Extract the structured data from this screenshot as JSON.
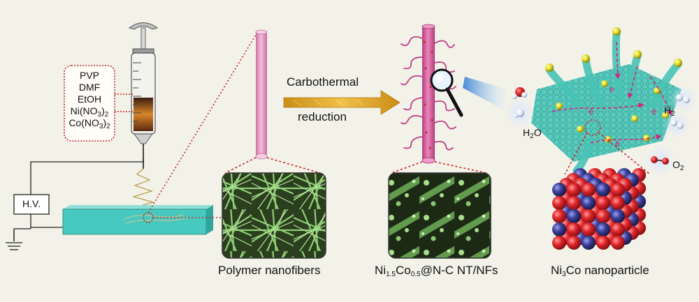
{
  "reagents": {
    "pvp": "PVP",
    "dmf": "DMF",
    "etoh": "EtOH",
    "ni_main": "Ni(NO",
    "ni_sub": "3",
    "ni_tail": ")",
    "ni_sub2": "2",
    "co_main": "Co(NO",
    "co_sub": "3",
    "co_tail": ")",
    "co_sub2": "2"
  },
  "power_supply": {
    "label": "H.V."
  },
  "process": {
    "line1": "Carbothermal",
    "line2": "reduction"
  },
  "captions": {
    "polymer": "Polymer nanofibers",
    "composite_a": "Ni",
    "composite_a_sub": "1.5",
    "composite_b": "Co",
    "composite_b_sub": "0.5",
    "composite_c": "@N-C NT/NFs",
    "particle_a": "Ni",
    "particle_a_sub": "3",
    "particle_b": "Co nanoparticle"
  },
  "molecules": {
    "water_a": "H",
    "water_sub": "2",
    "water_b": "O",
    "hydrogen_a": "H",
    "hydrogen_sub": "2",
    "oxygen_a": "O",
    "oxygen_sub": "2"
  },
  "electron_symbol": "e",
  "colors": {
    "background": "#f3f2e9",
    "collector": "#48c9bf",
    "fiber": "#e9a6cb",
    "arrow": "#d49a1c",
    "red_dots": "#c8262a",
    "sem_green": "#8fcf76",
    "sphere_red": "#e0262a",
    "sphere_blue": "#3b3f9a",
    "graphene": "#3fc3b5"
  }
}
